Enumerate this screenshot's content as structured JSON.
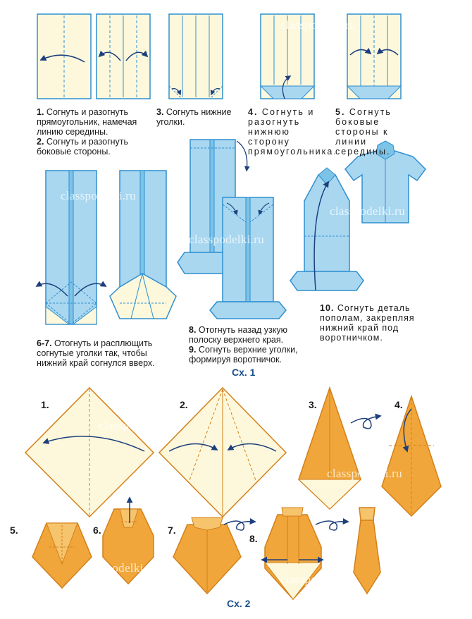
{
  "watermark": "classpodelki.ru",
  "colors": {
    "paper": "#fdf8dc",
    "blue": "#a9d7f0",
    "blue_dark": "#7cc3e8",
    "blue_stroke": "#2f8fcf",
    "orange": "#f0a63a",
    "orange_light": "#f6c46c",
    "orange_stroke": "#d4801a",
    "arrow": "#1d3f7c"
  },
  "schema1": {
    "label": "Сх. 1",
    "steps": [
      {
        "num": "1.",
        "text": "Согнуть и разогнуть прямоугольник, намечая линию середины."
      },
      {
        "num": "2.",
        "text": "Согнуть и разогнуть боковые стороны."
      },
      {
        "num": "3.",
        "text": "Согнуть нижние уголки."
      },
      {
        "num": "4.",
        "text": "Согнуть и разогнуть нижнюю сторону прямоугольника."
      },
      {
        "num": "5.",
        "text": "Согнуть боковые стороны к линии середины."
      },
      {
        "num": "6-7.",
        "text": "Отогнуть и расплющить согнутые уголки так, чтобы нижний край согнулся вверх."
      },
      {
        "num": "8.",
        "text": "Отогнуть назад узкую полоску верхнего края."
      },
      {
        "num": "9.",
        "text": "Согнуть верхние уголки, формируя воротничок."
      },
      {
        "num": "10.",
        "text": "Согнуть деталь пополам, закрепляя нижний край под воротничком."
      }
    ]
  },
  "schema2": {
    "label": "Сх. 2",
    "step_numbers": [
      "1.",
      "2.",
      "3.",
      "4.",
      "5.",
      "6.",
      "7.",
      "8."
    ]
  }
}
